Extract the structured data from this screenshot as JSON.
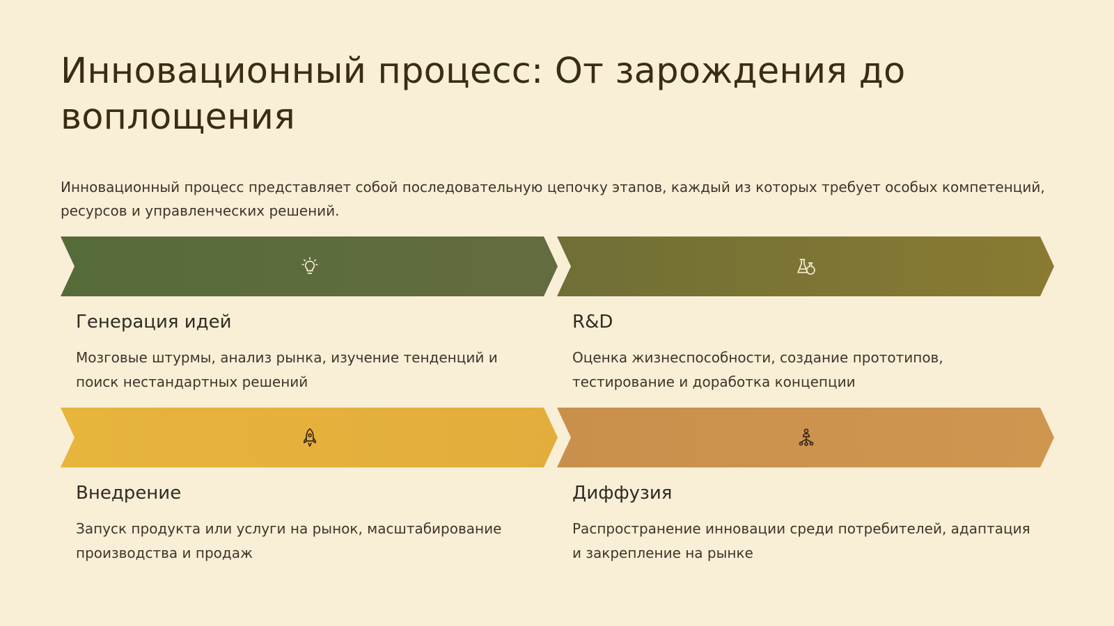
{
  "slide": {
    "title": "Инновационный процесс: От зарождения до воплощения",
    "intro": "Инновационный процесс представляет собой последовательную цепочку этапов, каждый из которых требует особых компетенций, ресурсов и управленческих решений."
  },
  "stages": [
    {
      "title": "Генерация идей",
      "description": "Мозговые штурмы, анализ рынка, изучение тенденций и поиск нестандартных решений",
      "icon": "lightbulb-icon",
      "color": "#5c6b3e"
    },
    {
      "title": "R&D",
      "description": "Оценка жизнеспособности, создание прототипов, тестирование и доработка концепции",
      "icon": "flask-icon",
      "color": "#7f7634"
    },
    {
      "title": "Внедрение",
      "description": "Запуск продукта или услуги на рынок, масштабирование производства и продаж",
      "icon": "rocket-icon",
      "color": "#e6b13c"
    },
    {
      "title": "Диффузия",
      "description": "Распространение инновации среди потребителей, адаптация и закрепление на рынке",
      "icon": "network-user-icon",
      "color": "#cc934e"
    }
  ]
}
